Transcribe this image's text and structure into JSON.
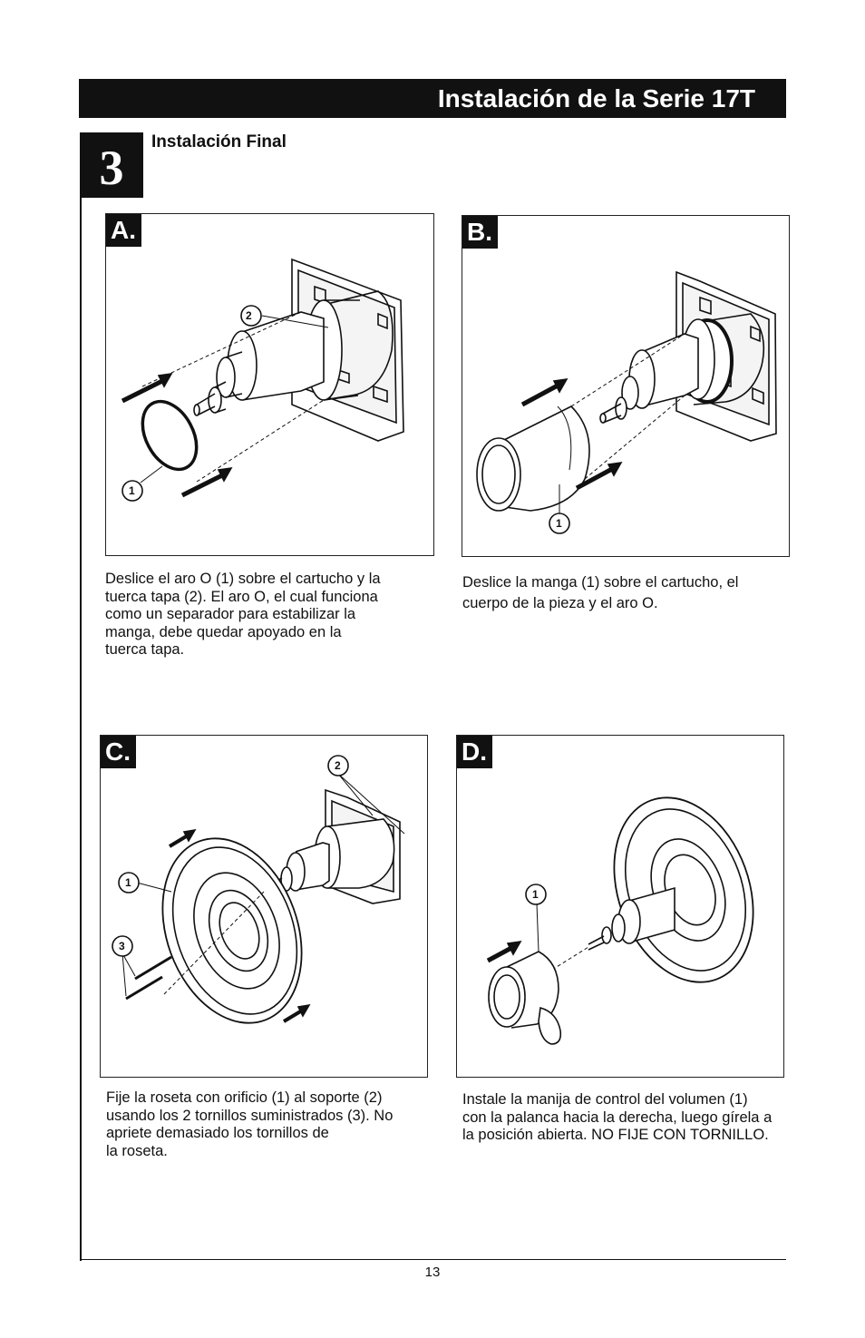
{
  "header": {
    "title": "Instalación de la Serie 17T"
  },
  "step": {
    "number": "3",
    "title": "Instalación Final"
  },
  "panels": [
    {
      "badge": "A.",
      "callouts": [
        "1",
        "2"
      ],
      "caption_lines": [
        "Deslice el aro O (1) sobre el cartucho y la",
        "tuerca tapa (2). El aro O, el cual funciona",
        "como un separador para estabilizar la",
        "manga, debe quedar apoyado en la",
        "tuerca tapa."
      ]
    },
    {
      "badge": "B.",
      "callouts": [
        "1"
      ],
      "caption_lines": [
        "Deslice la manga (1) sobre el cartucho, el",
        "cuerpo de la pieza y el aro O."
      ]
    },
    {
      "badge": "C.",
      "callouts": [
        "1",
        "2",
        "3"
      ],
      "caption_lines": [
        "Fije la roseta con orificio (1) al soporte (2)",
        "usando los 2 tornillos suministrados (3). No",
        "apriete demasiado los tornillos de",
        "la roseta."
      ]
    },
    {
      "badge": "D.",
      "callouts": [
        "1"
      ],
      "caption_lines": [
        "Instale la manija de control del volumen (1)",
        "con la palanca hacia la derecha, luego gírela a",
        "la posición abierta. NO FIJE CON TORNILLO."
      ]
    }
  ],
  "footer": {
    "page_number": "13"
  }
}
